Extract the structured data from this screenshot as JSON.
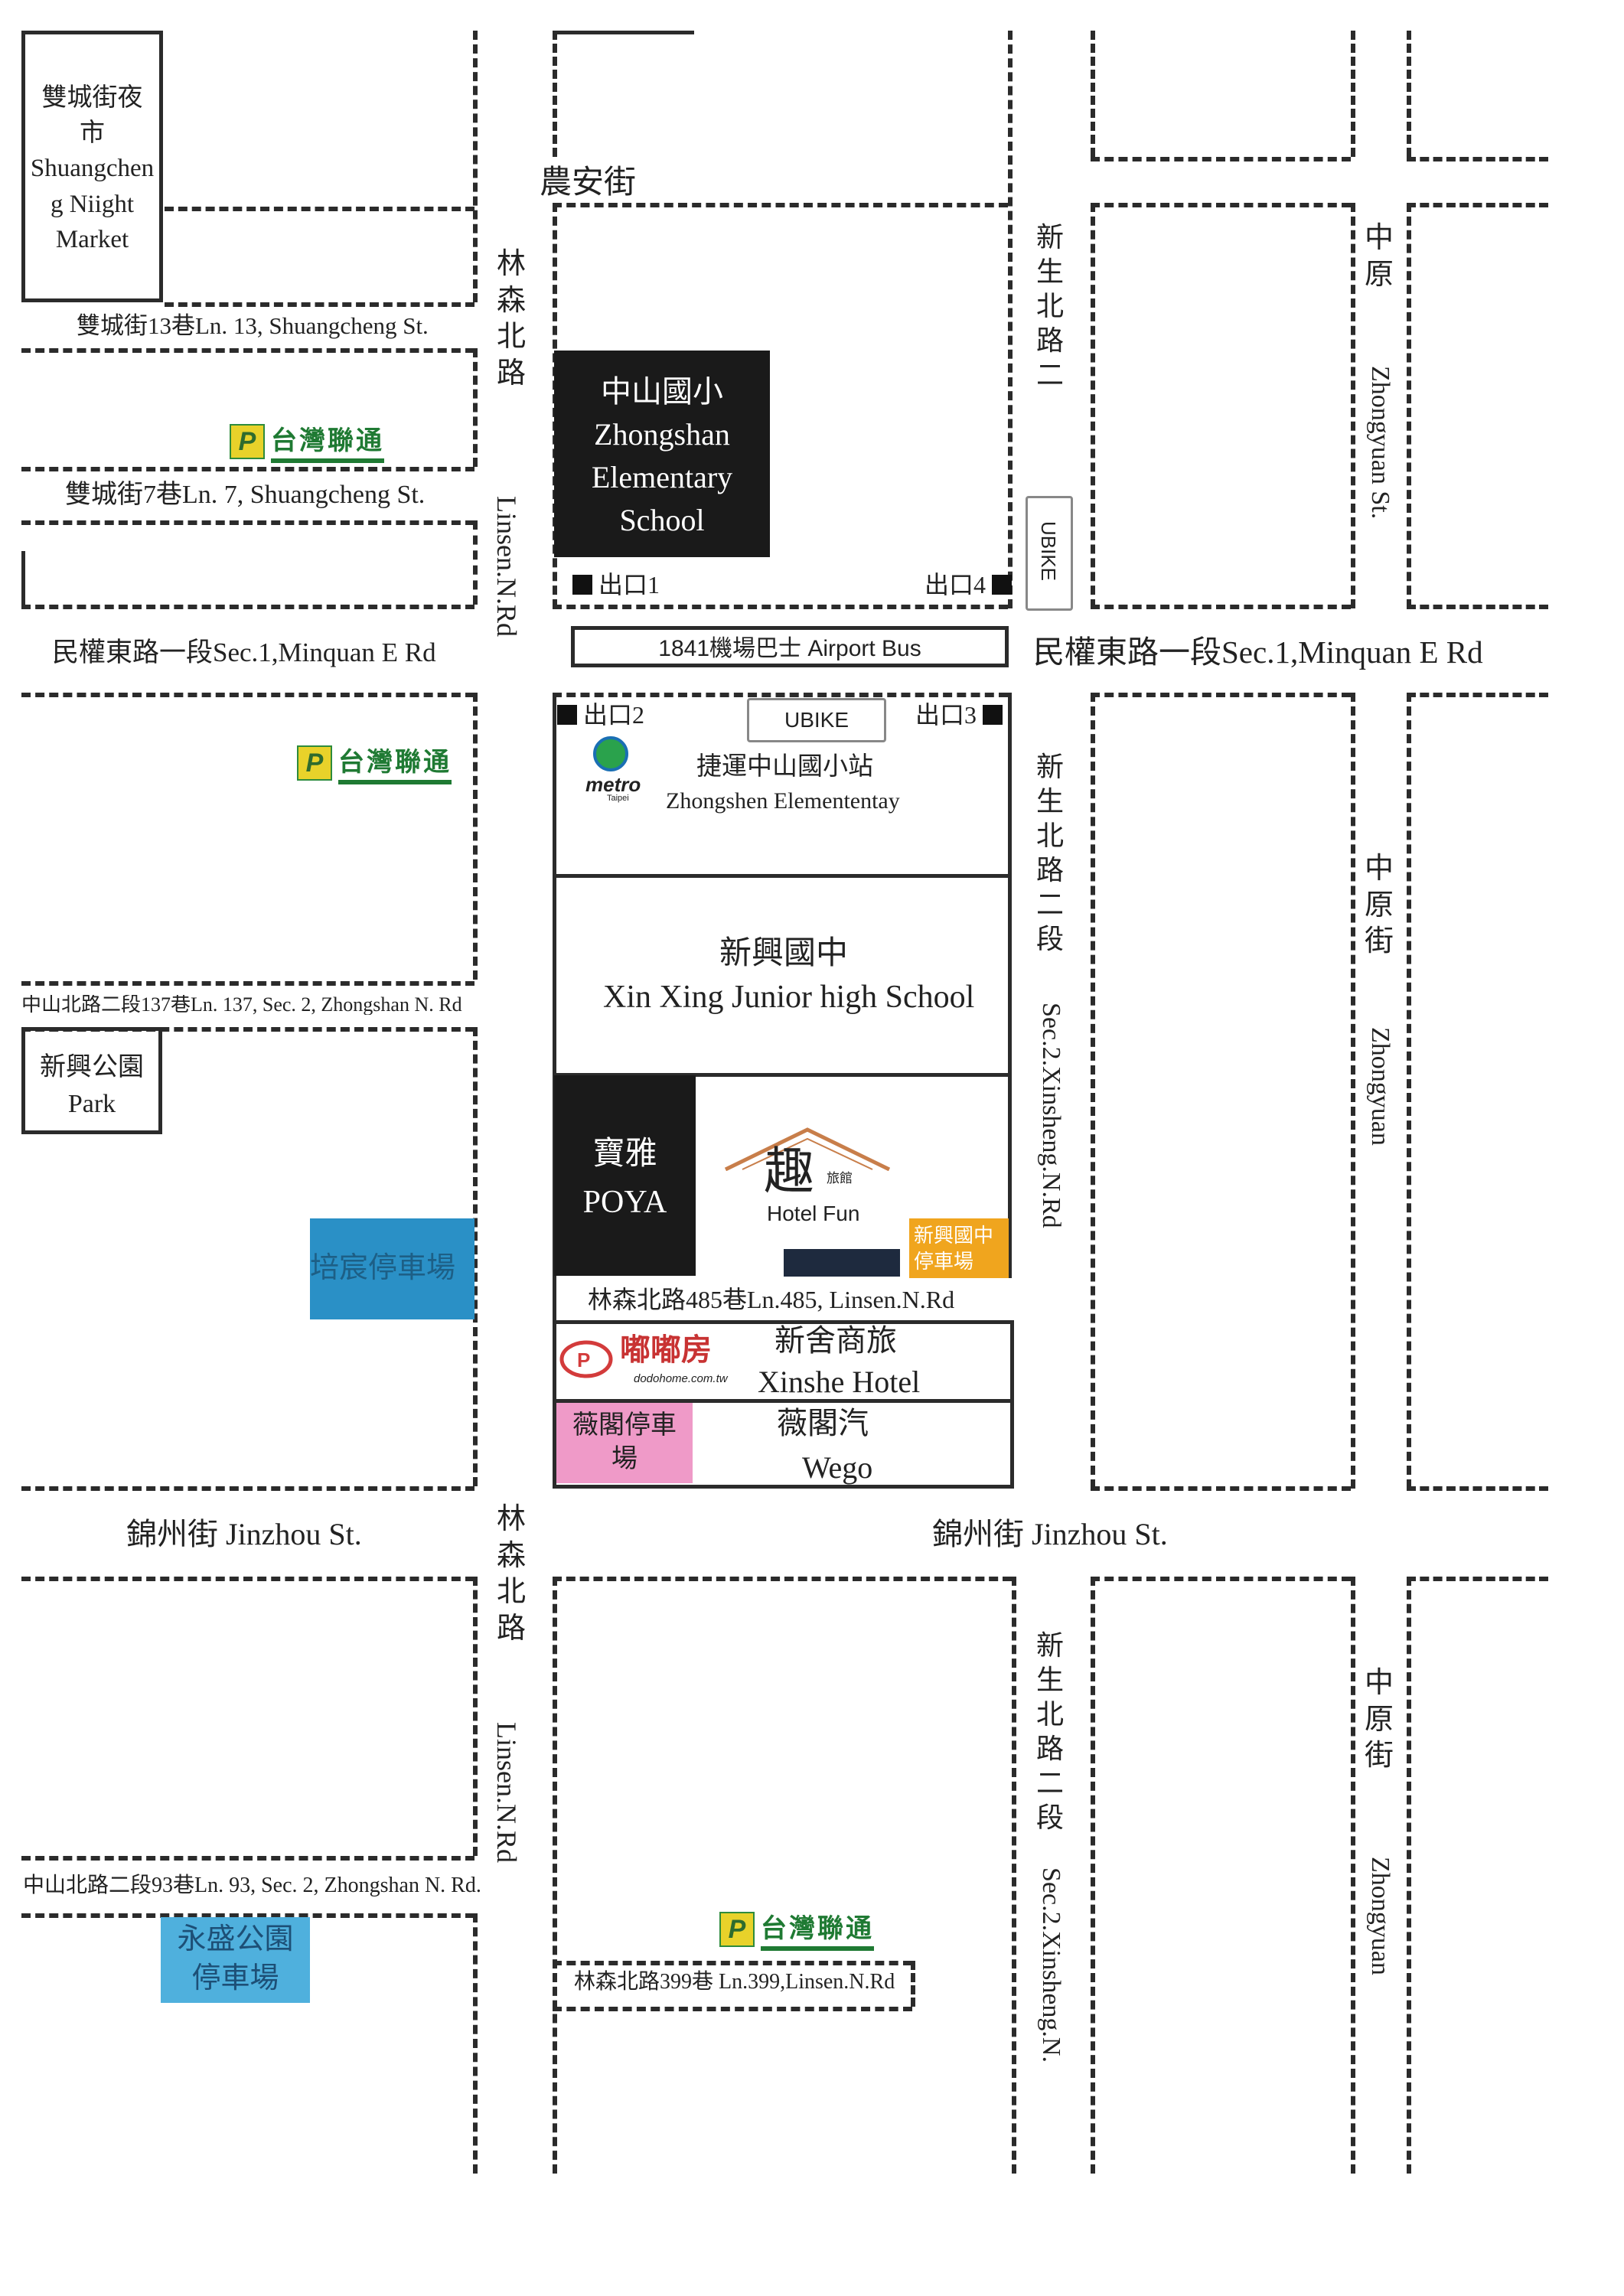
{
  "streets": {
    "nongan": "農安街",
    "minquan_left": "民權東路一段Sec.1,Minquan E Rd",
    "minquan_right": "民權東路一段Sec.1,Minquan E Rd",
    "jinzhou_left": "錦州街 Jinzhou St.",
    "jinzhou_right": "錦州街 Jinzhou St.",
    "linsen_zh": "林森北路",
    "linsen_en": "Linsen.N.Rd",
    "xinsheng_top_zh": "新生北路二",
    "xinsheng_mid_zh": "新生北路二段",
    "xinsheng_en": "Sec.2.Xinsheng.N.Rd",
    "xinsheng_en_bottom": "Sec.2.Xinsheng.N.",
    "zhongyuan_top_zh": "中原",
    "zhongyuan_top_en": "Zhongyuan St.",
    "zhongyuan_zh": "中原街",
    "zhongyuan_en": "Zhongyuan",
    "lane13": "雙城街13巷Ln. 13, Shuangcheng St.",
    "lane7": "雙城街7巷Ln. 7, Shuangcheng St.",
    "lane137": "中山北路二段137巷Ln. 137, Sec. 2, Zhongshan N. Rd",
    "lane485": "林森北路485巷Ln.485, Linsen.N.Rd",
    "lane93": "中山北路二段93巷Ln. 93, Sec. 2, Zhongshan N. Rd.",
    "lane399": "林森北路399巷 Ln.399,Linsen.N.Rd"
  },
  "places": {
    "night_market": [
      "雙城街夜",
      "市",
      "Shuangchen",
      "g  Niight",
      "Market"
    ],
    "zhongshan_school": [
      "中山國小",
      "Zhongshan",
      "Elementary",
      "School"
    ],
    "airport_bus": "1841機場巴士 Airport Bus",
    "metro_logo": "metro",
    "metro_logo_sub": "Taipei",
    "metro_zh": "捷運中山國小站",
    "metro_en": "Zhongshen Elemententay",
    "xinxing_school_zh": "新興國中",
    "xinxing_school_en": "Xin Xing Junior high School",
    "park": [
      "新興公園",
      "Park"
    ],
    "poya": [
      "寶雅",
      "POYA"
    ],
    "hotel_fun_zh": "趣",
    "hotel_fun_small": "旅館",
    "hotel_fun_en": "Hotel Fun",
    "xinxing_parking": [
      "新興國中",
      "停車場"
    ],
    "peichen_parking": "培宸停車場",
    "dodohome_zh": "嘟嘟房",
    "dodohome_url": "dodohome.com.tw",
    "xinshe_hotel": [
      "新舍商旅",
      "Xinshe Hotel"
    ],
    "weige_parking": [
      "薇閣停車",
      "場"
    ],
    "wego": [
      "薇閣汽",
      "Wego"
    ],
    "yongsheng_parking": [
      "永盛公園",
      "停車場"
    ]
  },
  "exits": {
    "exit1": "出口1",
    "exit2": "出口2",
    "exit3": "出口3",
    "exit4": "出口4"
  },
  "ubike": "UBIKE",
  "taiwan_parking": {
    "name": "台灣聯通",
    "letter": "P"
  },
  "colors": {
    "road_dash": "#2b2b2b",
    "block_black": "#1a1a1a",
    "parking_blue": "#2a90c6",
    "parking_orange": "#f0a51e",
    "parking_pink": "#ef9ac8",
    "brand_green": "#1f7a33",
    "brand_yellow": "#e8d22a"
  }
}
